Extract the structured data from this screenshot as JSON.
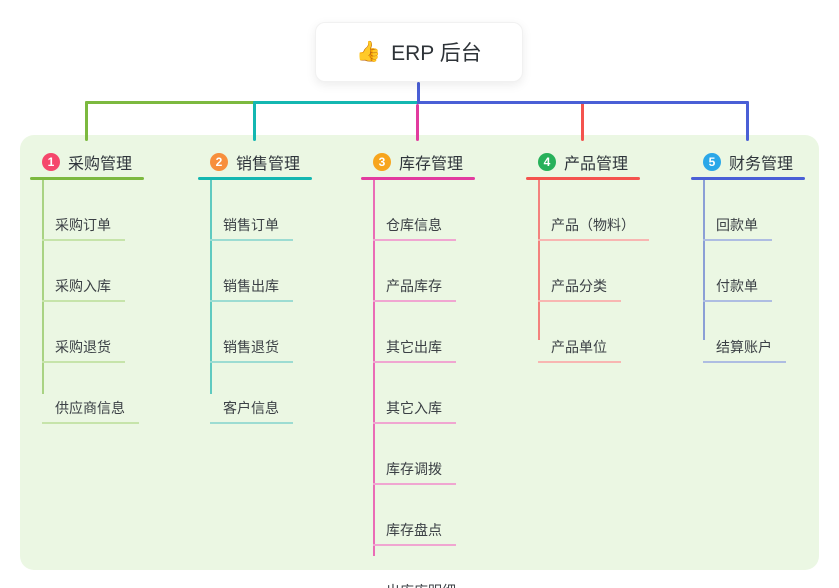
{
  "root": {
    "icon": "thumbs-up-icon",
    "icon_char": "👍",
    "label": "ERP 后台"
  },
  "branches": [
    {
      "badge": "1",
      "title": "采购管理",
      "colors": {
        "badge": "#f5476c",
        "line": "#7cb93f",
        "spine": "#a9d383",
        "sub": "#c6e4aa"
      },
      "items": [
        "采购订单",
        "采购入库",
        "采购退货",
        "供应商信息"
      ]
    },
    {
      "badge": "2",
      "title": "销售管理",
      "colors": {
        "badge": "#f78f3d",
        "line": "#14b7b1",
        "spine": "#5fcac0",
        "sub": "#9cdcd2"
      },
      "items": [
        "销售订单",
        "销售出库",
        "销售退货",
        "客户信息"
      ]
    },
    {
      "badge": "3",
      "title": "库存管理",
      "colors": {
        "badge": "#f7a51d",
        "line": "#e23b9f",
        "spine": "#ea6cb6",
        "sub": "#f0a6d1"
      },
      "items": [
        "仓库信息",
        "产品库存",
        "其它出库",
        "其它入库",
        "库存调拨",
        "库存盘点",
        "出库库明细"
      ]
    },
    {
      "badge": "4",
      "title": "产品管理",
      "colors": {
        "badge": "#27b15a",
        "line": "#f4534e",
        "spine": "#f3827d",
        "sub": "#f8b6b2"
      },
      "items": [
        "产品（物料）",
        "产品分类",
        "产品单位"
      ]
    },
    {
      "badge": "5",
      "title": "财务管理",
      "colors": {
        "badge": "#2aa7e8",
        "line": "#4a5fd6",
        "spine": "#8b9fd6",
        "sub": "#aebde2"
      },
      "items": [
        "回款单",
        "付款单",
        "结算账户"
      ]
    }
  ],
  "panel_background": "#ebf7e3"
}
